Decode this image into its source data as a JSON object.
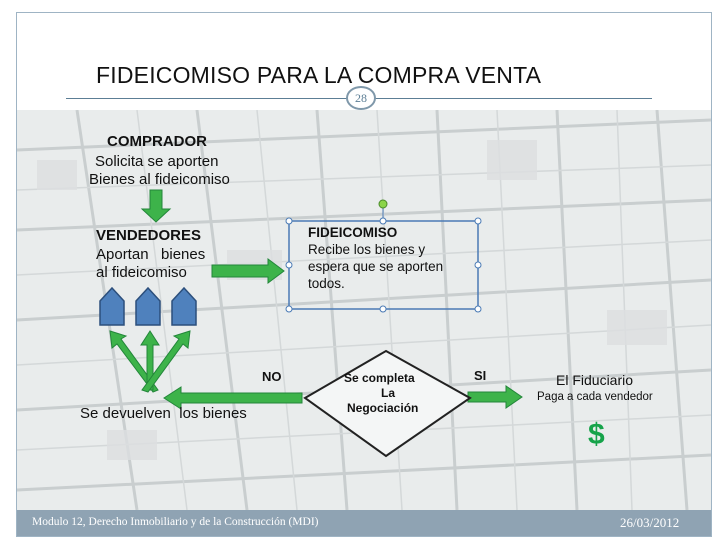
{
  "slide": {
    "title": "FIDEICOMISO PARA LA COMPRA VENTA",
    "page_number": "28"
  },
  "nodes": {
    "comprador": {
      "heading": "COMPRADOR",
      "line1": "Solicita se aporten",
      "line2": "Bienes al fideicomiso"
    },
    "vendedores": {
      "heading": "VENDEDORES",
      "line1": "Aportan   bienes",
      "line2": "al fideicomiso"
    },
    "fideicomiso": {
      "heading": "FIDEICOMISO",
      "line1": "Recibe los bienes y",
      "line2": "espera que se aporten",
      "line3": "todos."
    },
    "decision": {
      "line1": "Se completa",
      "line2": "La",
      "line3": "Negociación"
    },
    "fiduciario": {
      "heading": "El Fiduciario",
      "line1": "Paga a cada vendedor",
      "symbol": "$"
    },
    "devolucion": {
      "text": "Se devuelven  los bienes"
    }
  },
  "branches": {
    "no": "NO",
    "si": "SI"
  },
  "footer": {
    "course": "Modulo 12, Derecho Inmobiliario y de la Construcción (MDI)",
    "date": "26/03/2012"
  },
  "colors": {
    "arrow_fill": "#3db34a",
    "arrow_stroke": "#23863a",
    "house_fill": "#4f81bd",
    "house_stroke": "#2c4f7c",
    "frame": "#9fb4c4",
    "footer_bar": "#8fa3b3",
    "selection": "#4a7ab5",
    "dollar": "#16a34a"
  }
}
